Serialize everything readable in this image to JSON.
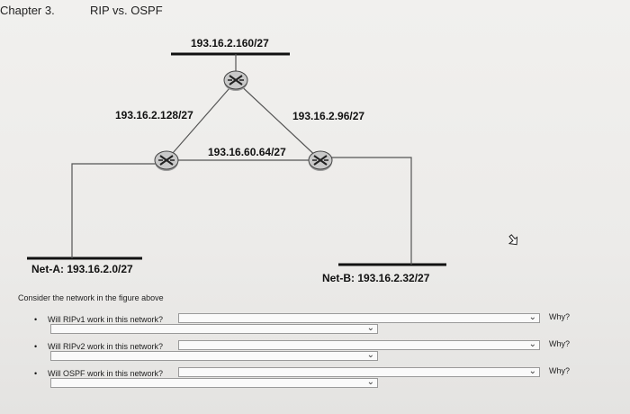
{
  "header": {
    "chapter": "Chapter 3.",
    "topic": "RIP vs. OSPF"
  },
  "diagram": {
    "networks": {
      "top": "193.16.2.160/27",
      "left_link": "193.16.2.128/27",
      "right_link": "193.16.2.96/27",
      "middle_link": "193.16.60.64/27",
      "net_a": "Net-A: 193.16.2.0/27",
      "net_b": "Net-B: 193.16.2.32/27"
    },
    "icons": [
      "router-icon",
      "router-icon",
      "router-icon"
    ]
  },
  "intro": "Consider the network in the figure above",
  "questions": [
    {
      "bullet": "•",
      "text": "Will RIPv1 work in this network?",
      "why": "Why?"
    },
    {
      "bullet": "•",
      "text": "Will RIPv2 work in this network?",
      "why": "Why?"
    },
    {
      "bullet": "•",
      "text": "Will OSPF work in this network?",
      "why": "Why?"
    }
  ],
  "dropdown_arrow": "⌄"
}
